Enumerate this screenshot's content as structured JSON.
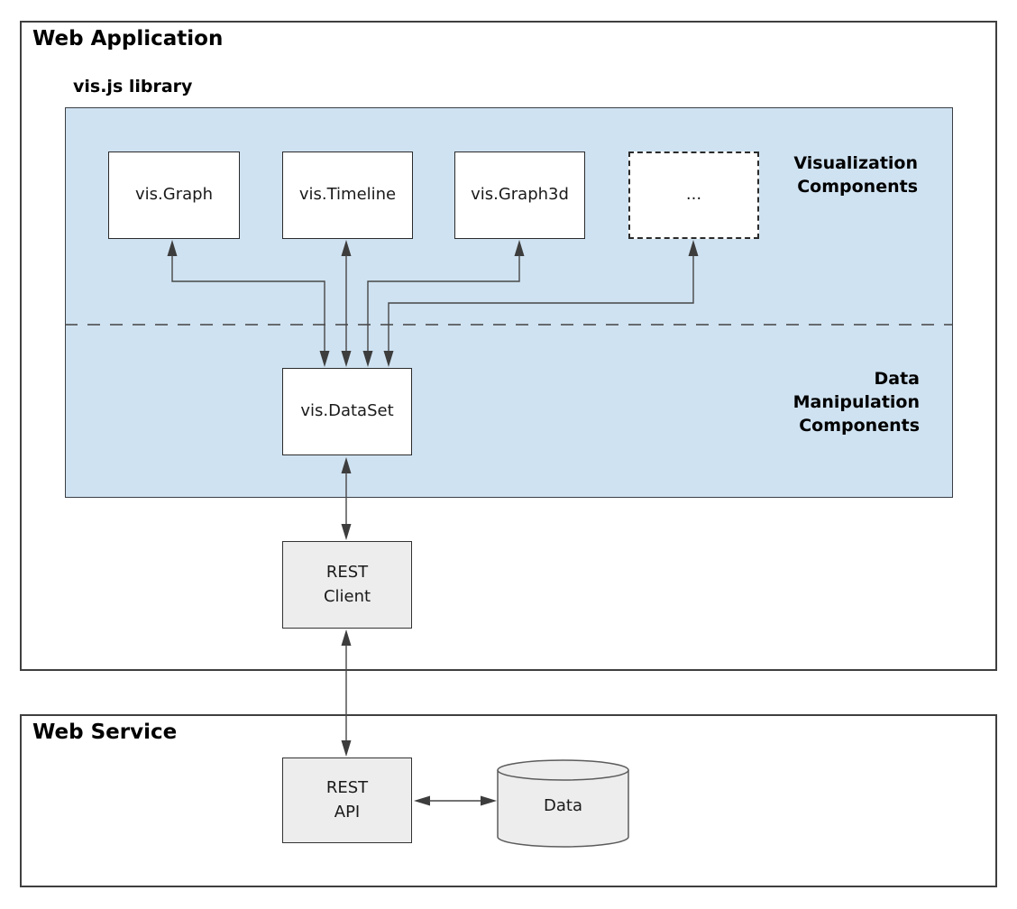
{
  "colors": {
    "panel_blue": "#cfe2f1",
    "node_gray": "#ededed",
    "connector": "#434343"
  },
  "web_application": {
    "title": "Web Application",
    "visjs_library": {
      "title": "vis.js library",
      "visualization_components_label": "Visualization\nComponents",
      "data_manipulation_label": "Data\nManipulation\nComponents",
      "visualization_components": [
        {
          "label": "vis.Graph"
        },
        {
          "label": "vis.Timeline"
        },
        {
          "label": "vis.Graph3d"
        },
        {
          "label": "..."
        }
      ],
      "dataset": {
        "label": "vis.DataSet"
      }
    },
    "rest_client": {
      "label": "REST\nClient"
    }
  },
  "web_service": {
    "title": "Web Service",
    "rest_api": {
      "label": "REST\nAPI"
    },
    "data_store": {
      "label": "Data"
    }
  }
}
